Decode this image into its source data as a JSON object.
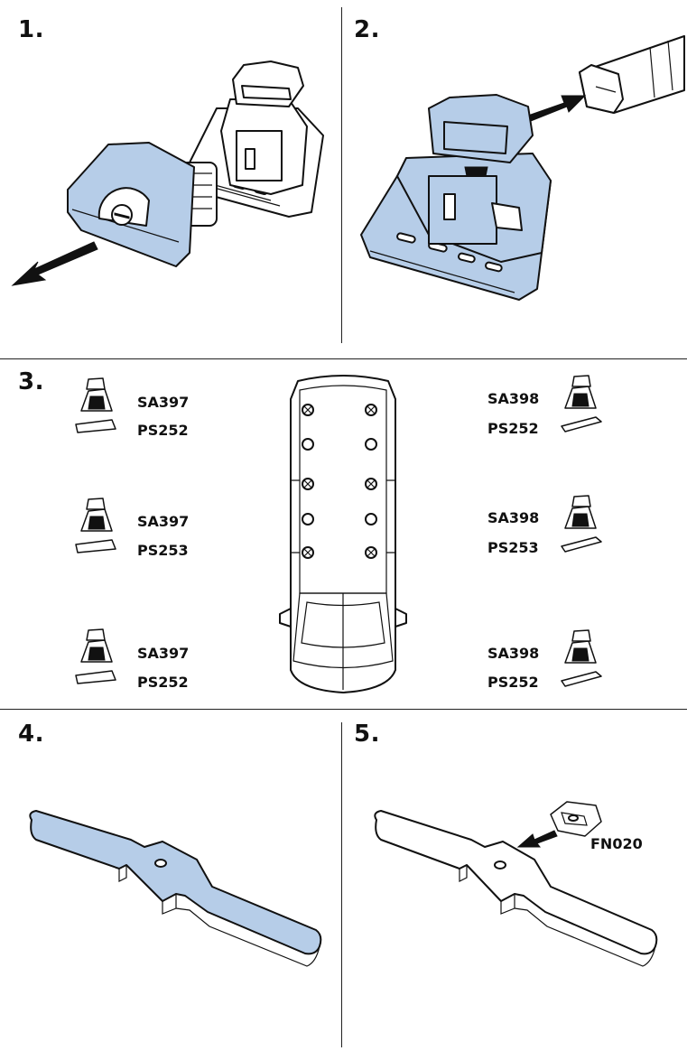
{
  "steps": {
    "s1": "1.",
    "s2": "2.",
    "s3": "3.",
    "s4": "4.",
    "s5": "5."
  },
  "step3": {
    "left": [
      {
        "foot": "SA397",
        "pad": "PS252"
      },
      {
        "foot": "SA397",
        "pad": "PS253"
      },
      {
        "foot": "SA397",
        "pad": "PS252"
      }
    ],
    "right": [
      {
        "foot": "SA398",
        "pad": "PS252"
      },
      {
        "foot": "SA398",
        "pad": "PS253"
      },
      {
        "foot": "SA398",
        "pad": "PS252"
      }
    ]
  },
  "step5": {
    "part": "FN020"
  },
  "colors": {
    "highlight": "#b6cde8",
    "line": "#111111",
    "background": "#ffffff"
  },
  "icons": [
    "arrow-icon",
    "roof-foot-icon",
    "rubber-pad-icon",
    "mounting-bracket-icon",
    "fix-nut-icon",
    "car-top-view-icon",
    "fitting-point-marker-icon"
  ]
}
